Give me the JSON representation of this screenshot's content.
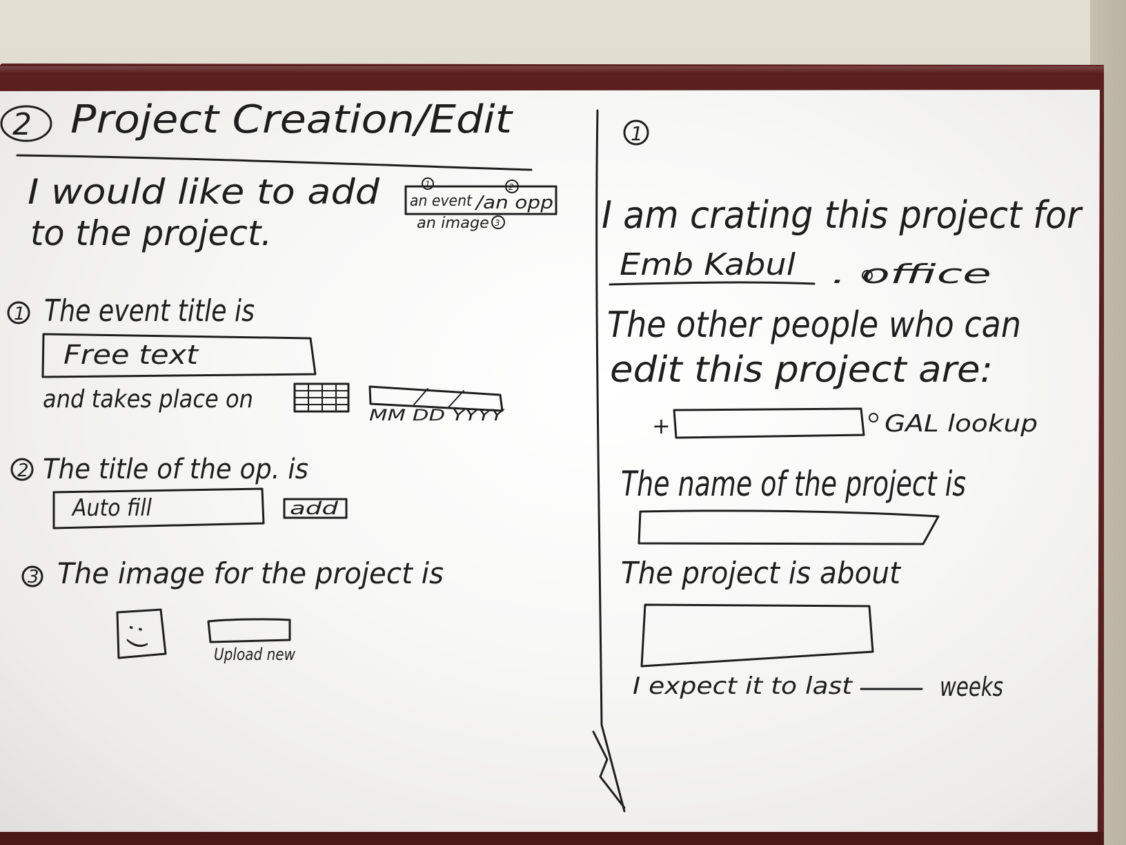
{
  "left": {
    "section_number": "2",
    "title": "Project Creation/Edit",
    "intro_line1": "I would like to add",
    "intro_line2": "to the project.",
    "add_menu": {
      "marker1": "1",
      "marker2": "2",
      "marker3": "3",
      "event": "an event",
      "opp": "/an opp",
      "image": "an image"
    },
    "q1_number": "1",
    "q1_label": "The event title is",
    "q1_field": "Free text",
    "q1_date_label": "and takes place on",
    "q1_date_format": "MM DD YYYY",
    "q2_number": "2",
    "q2_label": "The title of the op. is",
    "q2_field": "Auto fill",
    "q2_button": "add",
    "q3_number": "3",
    "q3_label": "The image for the project is",
    "q3_face": ": )",
    "q3_upload": "Upload new"
  },
  "right": {
    "section_number": "1",
    "line1": "I am crating this project for",
    "office_value": "Emb Kabul",
    "office_suffix": ". office",
    "people_line1": "The other people who can",
    "people_line2": "edit this project are:",
    "people_add": "+",
    "people_lookup": "GAL lookup",
    "name_label": "The name of the project is",
    "about_label": "The project is about",
    "duration_prefix": "I expect it to last",
    "duration_suffix": "weeks"
  },
  "colors": {
    "ink": "#1e1e1e",
    "frame": "#5b1f1e",
    "board": "#f7f7f6",
    "wall": "#e3ded2"
  }
}
